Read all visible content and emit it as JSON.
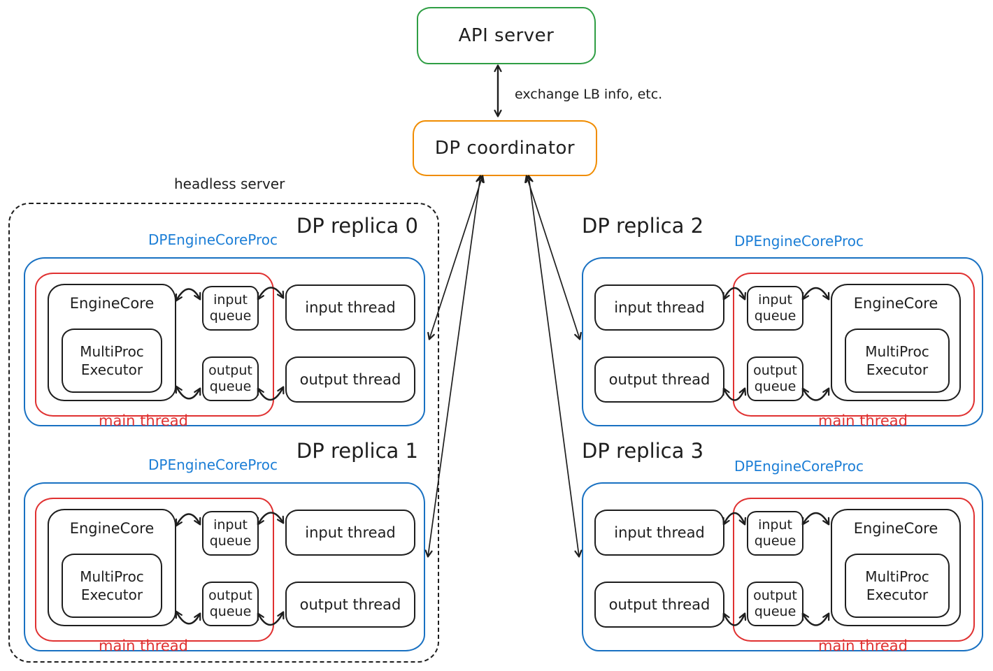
{
  "colors": {
    "green": "#2f9e44",
    "orange": "#f08c00",
    "blue_stroke": "#1971c2",
    "blue_text": "#1c7ed6",
    "red": "#e03131",
    "ink": "#1e1e1e",
    "background": "#ffffff"
  },
  "api_server": {
    "label": "API server"
  },
  "coordinator": {
    "label": "DP coordinator"
  },
  "coordinator_link": {
    "label": "exchange LB info, etc."
  },
  "headless_server": {
    "label": "headless server"
  },
  "replicas": [
    {
      "title": "DP replica 0",
      "proc_label": "DPEngineCoreProc",
      "main_thread_label": "main thread",
      "engine_core_label": "EngineCore",
      "executor_label": "MultiProc Executor",
      "input_queue_label": "input queue",
      "output_queue_label": "output queue",
      "input_thread_label": "input thread",
      "output_thread_label": "output thread"
    },
    {
      "title": "DP replica 1",
      "proc_label": "DPEngineCoreProc",
      "main_thread_label": "main thread",
      "engine_core_label": "EngineCore",
      "executor_label": "MultiProc Executor",
      "input_queue_label": "input queue",
      "output_queue_label": "output queue",
      "input_thread_label": "input thread",
      "output_thread_label": "output thread"
    },
    {
      "title": "DP replica 2",
      "proc_label": "DPEngineCoreProc",
      "main_thread_label": "main thread",
      "engine_core_label": "EngineCore",
      "executor_label": "MultiProc Executor",
      "input_queue_label": "input queue",
      "output_queue_label": "output queue",
      "input_thread_label": "input thread",
      "output_thread_label": "output thread"
    },
    {
      "title": "DP replica 3",
      "proc_label": "DPEngineCoreProc",
      "main_thread_label": "main thread",
      "engine_core_label": "EngineCore",
      "executor_label": "MultiProc Executor",
      "input_queue_label": "input queue",
      "output_queue_label": "output queue",
      "input_thread_label": "input thread",
      "output_thread_label": "output thread"
    }
  ]
}
